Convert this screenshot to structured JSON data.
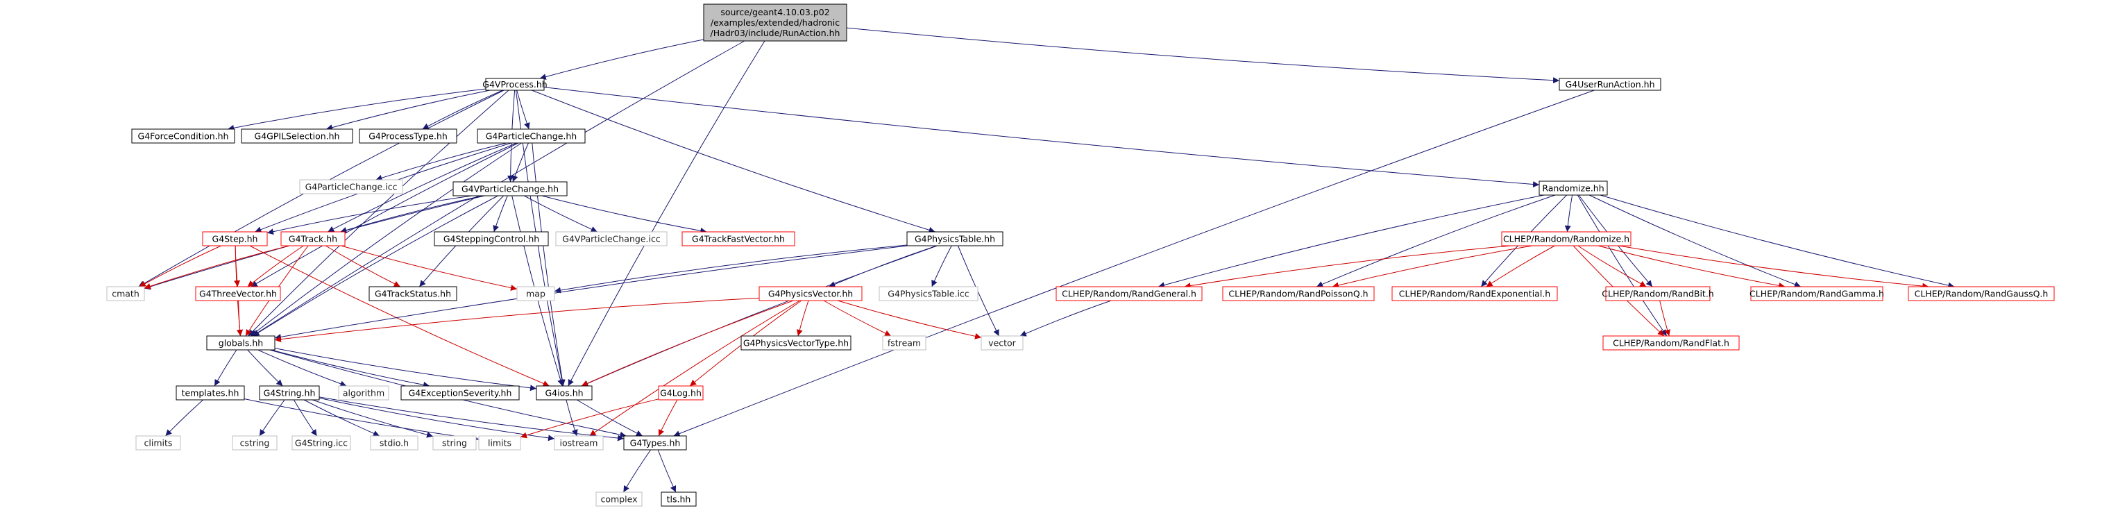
{
  "diagram": {
    "colors": {
      "edge_navy": "#191970",
      "edge_red": "#cc0000",
      "border_black": "#000000",
      "border_gray": "#bfbfbf",
      "border_red": "#ff0000",
      "root_fill": "#bfbfbf"
    },
    "nodes": {
      "root": {
        "lines": [
          "source/geant4.10.03.p02",
          "/examples/extended/hadronic",
          "/Hadr03/include/RunAction.hh"
        ],
        "style": "root"
      },
      "vprocess": {
        "lines": [
          "G4VProcess.hh"
        ],
        "style": "black"
      },
      "userrun": {
        "lines": [
          "G4UserRunAction.hh"
        ],
        "style": "black"
      },
      "forcecond": {
        "lines": [
          "G4ForceCondition.hh"
        ],
        "style": "black"
      },
      "gpil": {
        "lines": [
          "G4GPILSelection.hh"
        ],
        "style": "black"
      },
      "proctype": {
        "lines": [
          "G4ProcessType.hh"
        ],
        "style": "black"
      },
      "partchange": {
        "lines": [
          "G4ParticleChange.hh"
        ],
        "style": "black"
      },
      "partchicc": {
        "lines": [
          "G4ParticleChange.icc"
        ],
        "style": "gray"
      },
      "vpartch": {
        "lines": [
          "G4VParticleChange.hh"
        ],
        "style": "black"
      },
      "step": {
        "lines": [
          "G4Step.hh"
        ],
        "style": "red"
      },
      "track": {
        "lines": [
          "G4Track.hh"
        ],
        "style": "red"
      },
      "stepctl": {
        "lines": [
          "G4SteppingControl.hh"
        ],
        "style": "black"
      },
      "vpartchicc": {
        "lines": [
          "G4VParticleChange.icc"
        ],
        "style": "gray"
      },
      "tfvec": {
        "lines": [
          "G4TrackFastVector.hh"
        ],
        "style": "red"
      },
      "phystable": {
        "lines": [
          "G4PhysicsTable.hh"
        ],
        "style": "black"
      },
      "phystabicc": {
        "lines": [
          "G4PhysicsTable.icc"
        ],
        "style": "gray"
      },
      "randomize": {
        "lines": [
          "Randomize.hh"
        ],
        "style": "black"
      },
      "clhepRand": {
        "lines": [
          "CLHEP/Random/Randomize.h"
        ],
        "style": "red"
      },
      "cmath": {
        "lines": [
          "cmath"
        ],
        "style": "gray"
      },
      "threevec": {
        "lines": [
          "G4ThreeVector.hh"
        ],
        "style": "red"
      },
      "trkstatus": {
        "lines": [
          "G4TrackStatus.hh"
        ],
        "style": "black"
      },
      "map": {
        "lines": [
          "map"
        ],
        "style": "gray"
      },
      "physvec": {
        "lines": [
          "G4PhysicsVector.hh"
        ],
        "style": "red"
      },
      "randGen": {
        "lines": [
          "CLHEP/Random/RandGeneral.h"
        ],
        "style": "red"
      },
      "randPoi": {
        "lines": [
          "CLHEP/Random/RandPoissonQ.h"
        ],
        "style": "red"
      },
      "randExp": {
        "lines": [
          "CLHEP/Random/RandExponential.h"
        ],
        "style": "red"
      },
      "randBit": {
        "lines": [
          "CLHEP/Random/RandBit.h"
        ],
        "style": "red"
      },
      "randGam": {
        "lines": [
          "CLHEP/Random/RandGamma.h"
        ],
        "style": "red"
      },
      "randGauss": {
        "lines": [
          "CLHEP/Random/RandGaussQ.h"
        ],
        "style": "red"
      },
      "globals": {
        "lines": [
          "globals.hh"
        ],
        "style": "black"
      },
      "pvtype": {
        "lines": [
          "G4PhysicsVectorType.hh"
        ],
        "style": "black"
      },
      "fstream": {
        "lines": [
          "fstream"
        ],
        "style": "gray"
      },
      "vector": {
        "lines": [
          "vector"
        ],
        "style": "gray"
      },
      "randFlat": {
        "lines": [
          "CLHEP/Random/RandFlat.h"
        ],
        "style": "red"
      },
      "templates": {
        "lines": [
          "templates.hh"
        ],
        "style": "black"
      },
      "g4string": {
        "lines": [
          "G4String.hh"
        ],
        "style": "black"
      },
      "algorithm": {
        "lines": [
          "algorithm"
        ],
        "style": "gray"
      },
      "excsev": {
        "lines": [
          "G4ExceptionSeverity.hh"
        ],
        "style": "black"
      },
      "g4ios": {
        "lines": [
          "G4ios.hh"
        ],
        "style": "black"
      },
      "g4log": {
        "lines": [
          "G4Log.hh"
        ],
        "style": "red"
      },
      "climits": {
        "lines": [
          "climits"
        ],
        "style": "gray"
      },
      "cstring": {
        "lines": [
          "cstring"
        ],
        "style": "gray"
      },
      "g4stricc": {
        "lines": [
          "G4String.icc"
        ],
        "style": "gray"
      },
      "stdio": {
        "lines": [
          "stdio.h"
        ],
        "style": "gray"
      },
      "string": {
        "lines": [
          "string"
        ],
        "style": "gray"
      },
      "limits": {
        "lines": [
          "limits"
        ],
        "style": "gray"
      },
      "iostream": {
        "lines": [
          "iostream"
        ],
        "style": "gray"
      },
      "g4types": {
        "lines": [
          "G4Types.hh"
        ],
        "style": "black"
      },
      "complex": {
        "lines": [
          "complex"
        ],
        "style": "gray"
      },
      "tls": {
        "lines": [
          "tls.hh"
        ],
        "style": "black"
      }
    },
    "edges": [
      [
        "root",
        "vprocess",
        "navy"
      ],
      [
        "root",
        "userrun",
        "navy"
      ],
      [
        "root",
        "globals",
        "navy"
      ],
      [
        "root",
        "g4ios",
        "navy"
      ],
      [
        "vprocess",
        "forcecond",
        "navy"
      ],
      [
        "vprocess",
        "gpil",
        "navy"
      ],
      [
        "vprocess",
        "proctype",
        "navy"
      ],
      [
        "vprocess",
        "partchange",
        "navy"
      ],
      [
        "vprocess",
        "vpartch",
        "navy"
      ],
      [
        "vprocess",
        "phystable",
        "navy"
      ],
      [
        "vprocess",
        "randomize",
        "navy"
      ],
      [
        "vprocess",
        "cmath",
        "navy"
      ],
      [
        "vprocess",
        "globals",
        "navy"
      ],
      [
        "vprocess",
        "g4ios",
        "navy"
      ],
      [
        "userrun",
        "g4types",
        "navy"
      ],
      [
        "partchange",
        "partchicc",
        "navy"
      ],
      [
        "partchange",
        "vpartch",
        "navy"
      ],
      [
        "partchange",
        "step",
        "navy"
      ],
      [
        "partchange",
        "track",
        "navy"
      ],
      [
        "partchange",
        "threevec",
        "navy"
      ],
      [
        "partchange",
        "globals",
        "navy"
      ],
      [
        "partchange",
        "g4ios",
        "navy"
      ],
      [
        "vpartch",
        "stepctl",
        "navy"
      ],
      [
        "vpartch",
        "vpartchicc",
        "navy"
      ],
      [
        "vpartch",
        "tfvec",
        "navy"
      ],
      [
        "vpartch",
        "step",
        "navy"
      ],
      [
        "vpartch",
        "track",
        "navy"
      ],
      [
        "vpartch",
        "trkstatus",
        "navy"
      ],
      [
        "vpartch",
        "cmath",
        "navy"
      ],
      [
        "vpartch",
        "globals",
        "navy"
      ],
      [
        "vpartch",
        "g4ios",
        "navy"
      ],
      [
        "step",
        "cmath",
        "red"
      ],
      [
        "step",
        "threevec",
        "red"
      ],
      [
        "step",
        "globals",
        "red"
      ],
      [
        "step",
        "g4ios",
        "red"
      ],
      [
        "track",
        "cmath",
        "red"
      ],
      [
        "track",
        "threevec",
        "red"
      ],
      [
        "track",
        "trkstatus",
        "red"
      ],
      [
        "track",
        "map",
        "red"
      ],
      [
        "track",
        "globals",
        "red"
      ],
      [
        "threevec",
        "globals",
        "red"
      ],
      [
        "phystable",
        "phystabicc",
        "navy"
      ],
      [
        "phystable",
        "physvec",
        "navy"
      ],
      [
        "phystable",
        "vector",
        "navy"
      ],
      [
        "phystable",
        "map",
        "navy"
      ],
      [
        "phystable",
        "globals",
        "navy"
      ],
      [
        "phystable",
        "g4ios",
        "navy"
      ],
      [
        "physvec",
        "pvtype",
        "red"
      ],
      [
        "physvec",
        "fstream",
        "red"
      ],
      [
        "physvec",
        "vector",
        "red"
      ],
      [
        "physvec",
        "globals",
        "red"
      ],
      [
        "physvec",
        "g4ios",
        "red"
      ],
      [
        "physvec",
        "g4log",
        "red"
      ],
      [
        "physvec",
        "iostream",
        "red"
      ],
      [
        "randomize",
        "clhepRand",
        "navy"
      ],
      [
        "randomize",
        "randGen",
        "navy"
      ],
      [
        "randomize",
        "randPoi",
        "navy"
      ],
      [
        "randomize",
        "randExp",
        "navy"
      ],
      [
        "randomize",
        "randBit",
        "navy"
      ],
      [
        "randomize",
        "randGam",
        "navy"
      ],
      [
        "randomize",
        "randGauss",
        "navy"
      ],
      [
        "randomize",
        "randFlat",
        "navy"
      ],
      [
        "clhepRand",
        "randGen",
        "red"
      ],
      [
        "clhepRand",
        "randPoi",
        "red"
      ],
      [
        "clhepRand",
        "randExp",
        "red"
      ],
      [
        "clhepRand",
        "randBit",
        "red"
      ],
      [
        "clhepRand",
        "randGam",
        "red"
      ],
      [
        "clhepRand",
        "randGauss",
        "red"
      ],
      [
        "clhepRand",
        "randFlat",
        "red"
      ],
      [
        "randGen",
        "vector",
        "navy"
      ],
      [
        "randBit",
        "randFlat",
        "red"
      ],
      [
        "globals",
        "templates",
        "navy"
      ],
      [
        "globals",
        "g4string",
        "navy"
      ],
      [
        "globals",
        "algorithm",
        "navy"
      ],
      [
        "globals",
        "excsev",
        "navy"
      ],
      [
        "globals",
        "g4ios",
        "navy"
      ],
      [
        "globals",
        "g4types",
        "navy"
      ],
      [
        "templates",
        "climits",
        "navy"
      ],
      [
        "templates",
        "limits",
        "navy"
      ],
      [
        "g4string",
        "cstring",
        "navy"
      ],
      [
        "g4string",
        "g4stricc",
        "navy"
      ],
      [
        "g4string",
        "stdio",
        "navy"
      ],
      [
        "g4string",
        "string",
        "navy"
      ],
      [
        "g4string",
        "g4types",
        "navy"
      ],
      [
        "g4string",
        "iostream",
        "navy"
      ],
      [
        "g4ios",
        "iostream",
        "navy"
      ],
      [
        "g4ios",
        "g4types",
        "navy"
      ],
      [
        "g4log",
        "g4types",
        "red"
      ],
      [
        "g4log",
        "limits",
        "red"
      ],
      [
        "g4types",
        "complex",
        "navy"
      ],
      [
        "g4types",
        "tls",
        "navy"
      ]
    ]
  }
}
